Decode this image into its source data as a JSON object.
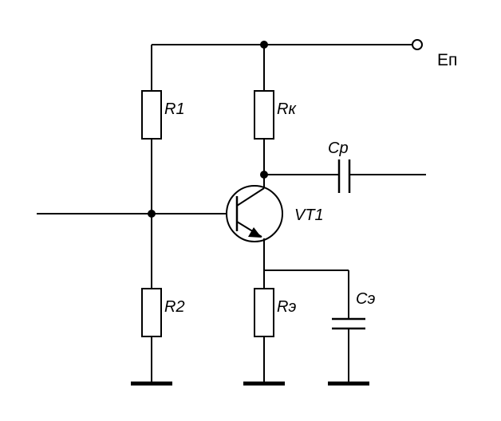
{
  "diagram": {
    "labels": {
      "supply": "Еп",
      "r1": "R1",
      "r2": "R2",
      "rk": "Rк",
      "re": "Rэ",
      "cp": "Cр",
      "ce": "Cэ",
      "vt1": "VT1"
    },
    "colors": {
      "line": "#000000",
      "background": "#ffffff"
    }
  }
}
